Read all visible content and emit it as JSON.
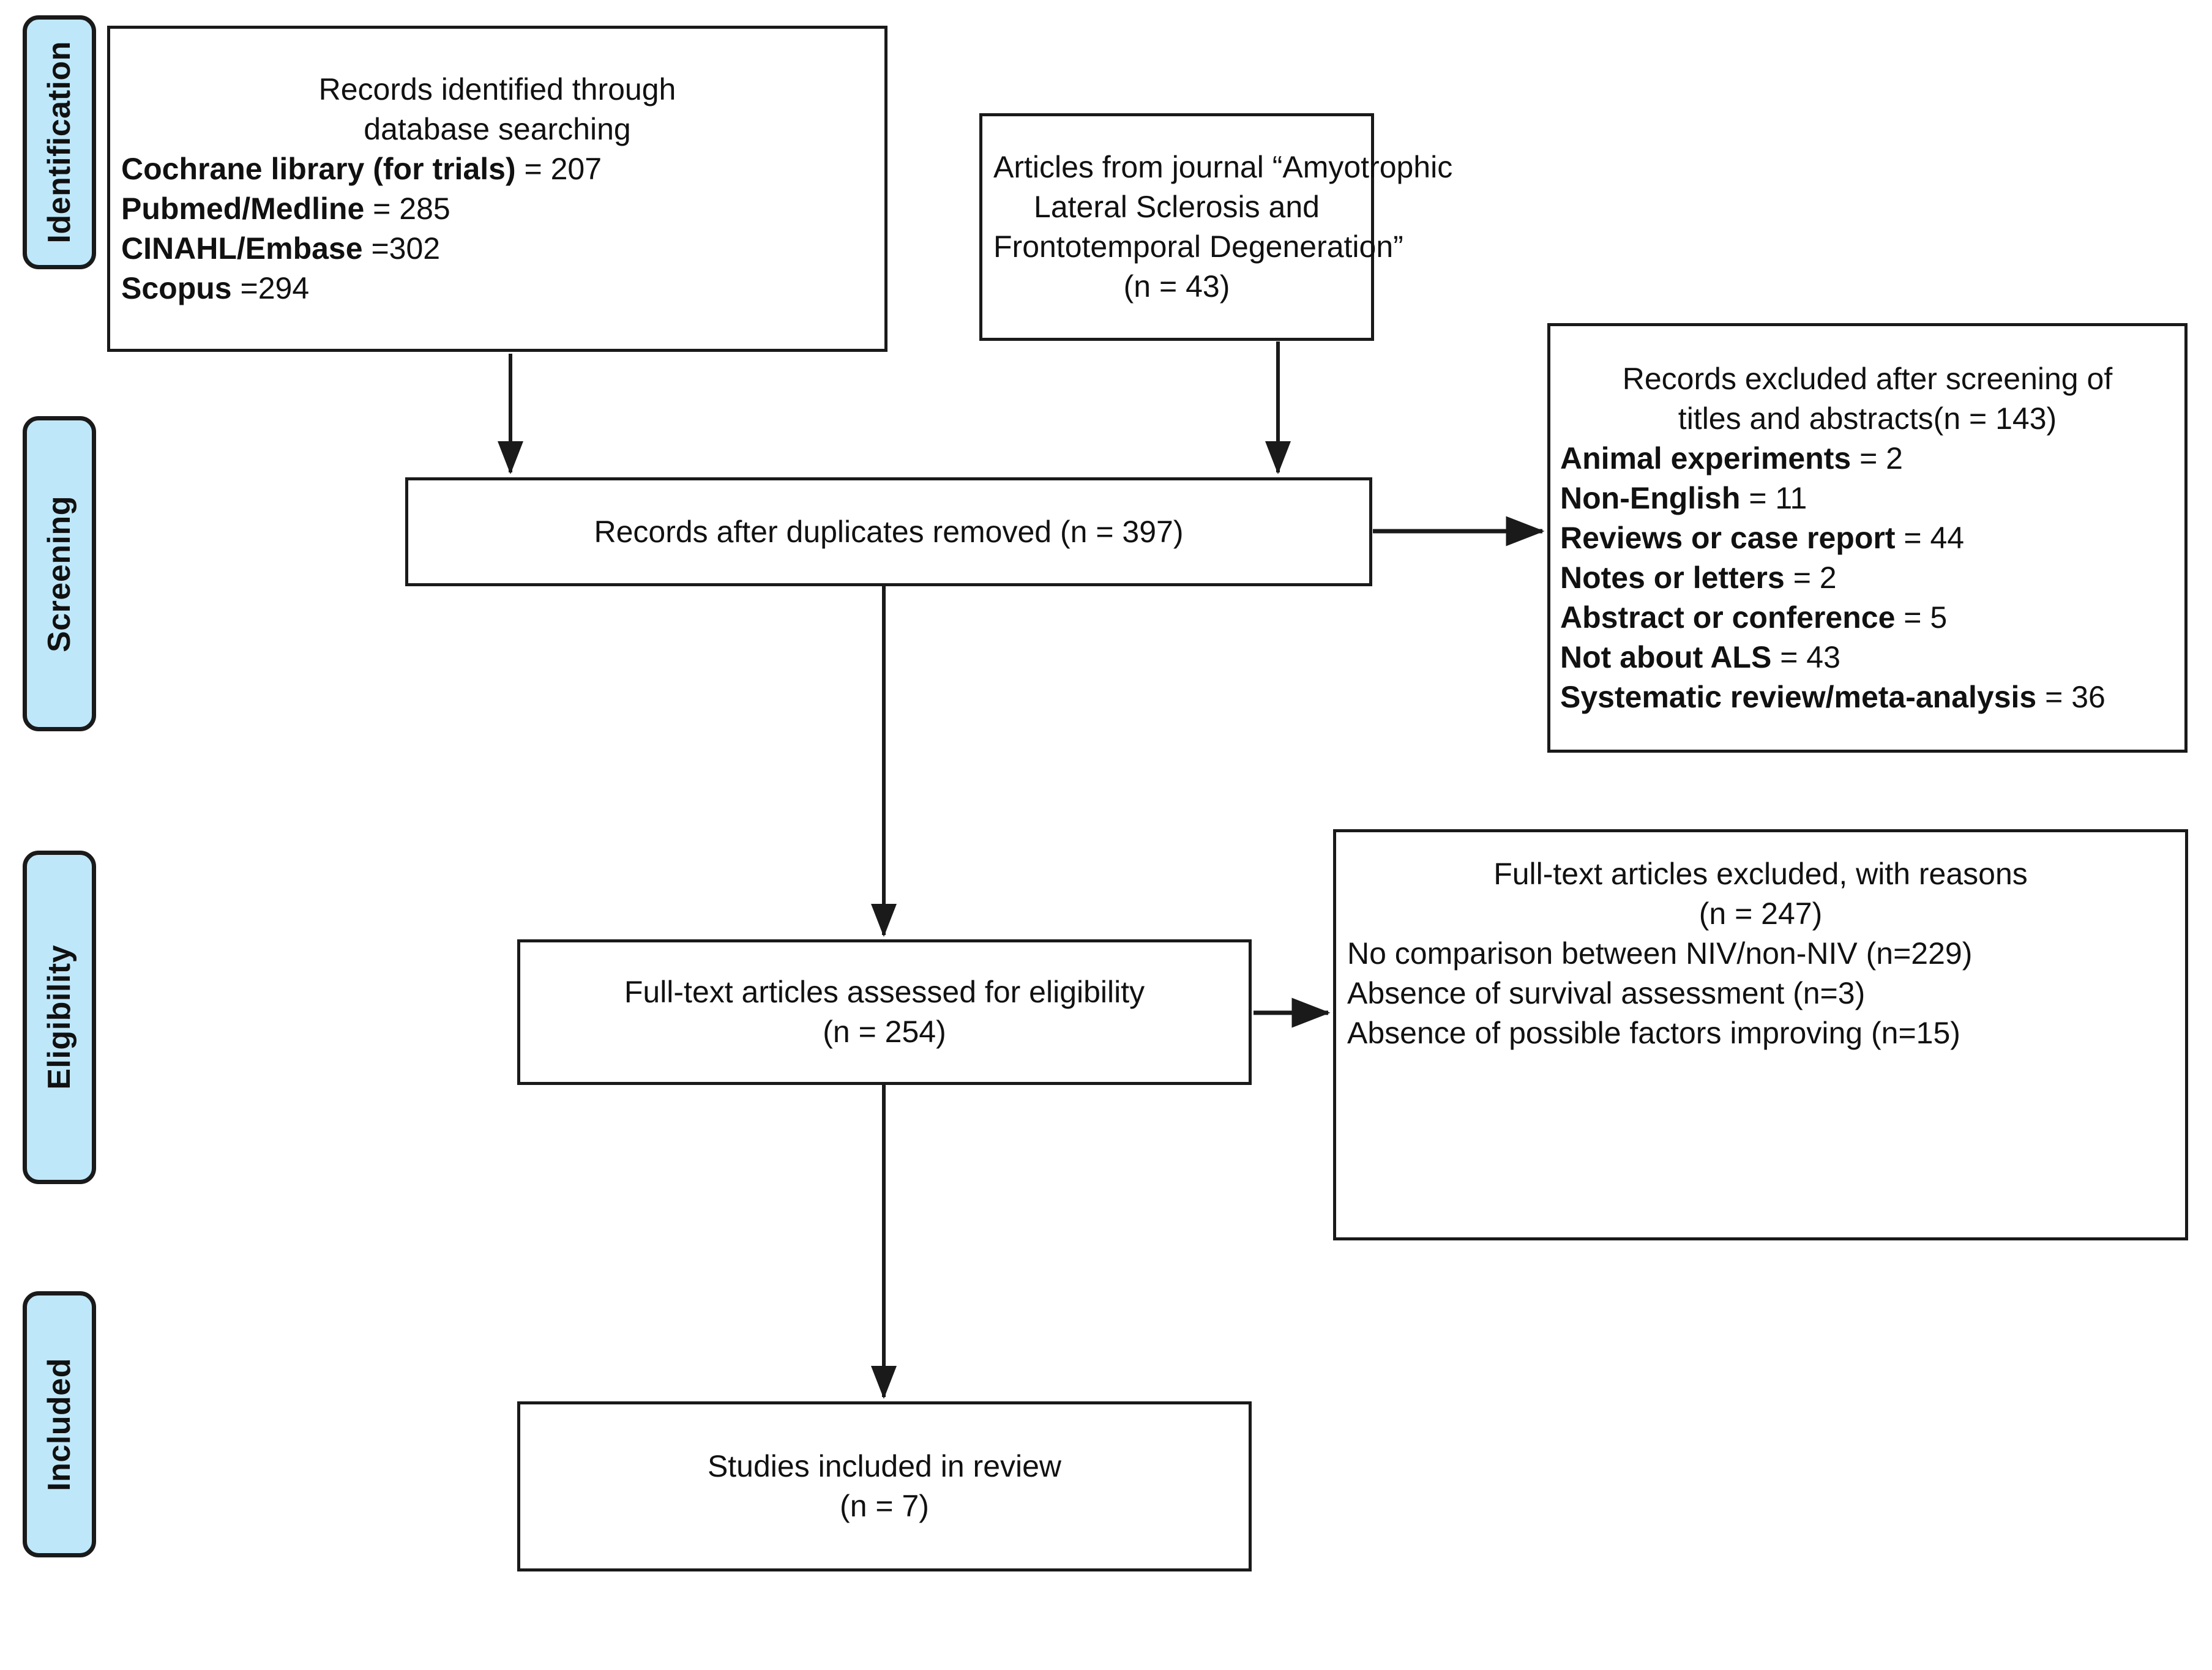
{
  "diagram": {
    "type": "prisma-flow-diagram",
    "accent_color": "#bfe7fa",
    "line_color": "#1a1a1a",
    "background": "#ffffff"
  },
  "stages": [
    {
      "id": "identification",
      "label": "Identification"
    },
    {
      "id": "screening",
      "label": "Screening"
    },
    {
      "id": "eligibility",
      "label": "Eligibility"
    },
    {
      "id": "included",
      "label": "Included"
    }
  ],
  "boxes": {
    "records_identified": {
      "title_line1": "Records identified through",
      "title_line2": "database searching",
      "sources": [
        {
          "label": "Cochrane  library (for trials)",
          "value": "= 207"
        },
        {
          "label": "Pubmed/Medline",
          "value": "= 285"
        },
        {
          "label": "CINAHL/Embase",
          "value": "=302"
        },
        {
          "label": "Scopus",
          "value": "=294"
        }
      ]
    },
    "journal_articles": {
      "line1": "Articles from journal “Amyotrophic",
      "line2": "Lateral Sclerosis and",
      "line3": "Frontotemporal Degeneration”",
      "line4": "(n = 43)"
    },
    "records_excluded": {
      "title_line1": "Records excluded after screening of",
      "title_line2": "titles and abstracts(n = 143)",
      "reasons": [
        {
          "label": "Animal experiments",
          "value": "= 2"
        },
        {
          "label": "Non-English",
          "value": "= 11"
        },
        {
          "label": "Reviews or case report",
          "value": "= 44"
        },
        {
          "label": "Notes or letters",
          "value": "= 2"
        },
        {
          "label": "Abstract or conference",
          "value": "= 5"
        },
        {
          "label": "Not about ALS",
          "value": "= 43"
        },
        {
          "label": "Systematic review/meta-analysis",
          "value": "= 36"
        }
      ]
    },
    "records_after_duplicates": {
      "line1": "Records after duplicates removed (n = 397)"
    },
    "fulltext_assessed": {
      "line1": "Full-text articles assessed for eligibility",
      "line2": "(n = 254)"
    },
    "fulltext_excluded": {
      "line1": "Full-text articles excluded, with reasons",
      "line2": "(n = 247)",
      "reasons": [
        "No comparison between NIV/non-NIV (n=229)",
        "Absence of survival assessment (n=3)",
        "Absence of possible factors improving (n=15)"
      ]
    },
    "studies_included": {
      "line1": "Studies included in review",
      "line2": "(n = 7)"
    }
  }
}
